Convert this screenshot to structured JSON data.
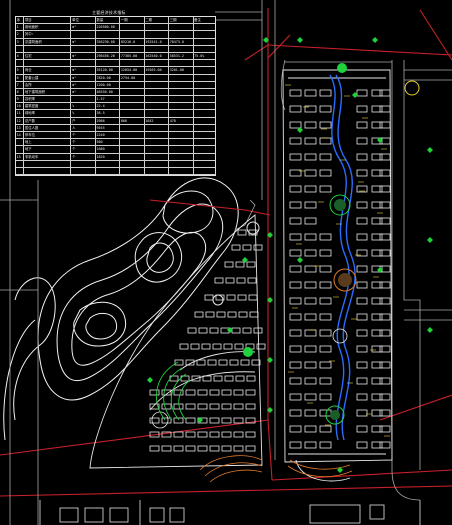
{
  "drawing": {
    "description_hidden": "",
    "colors": {
      "background": "#000000",
      "road_red": "#c8202a",
      "contour_white": "#f2f2f2",
      "building": "#e6e6e6",
      "green": "#1fd13a",
      "water_blue": "#2a6cff",
      "annotation_yellow": "#e8d23a",
      "plaza_orange": "#e07a2a",
      "line_gray": "#a8a8a8"
    }
  },
  "table": {
    "title": "主要经济技术指标",
    "header": [
      "序",
      "项目",
      "单位",
      "数量",
      "一期",
      "二期",
      "三期",
      "备注"
    ],
    "rows": [
      [
        "1",
        "用地面积",
        "m²",
        "226580.00",
        "",
        "",
        "",
        ""
      ],
      [
        "2",
        "其中:",
        "",
        "",
        "",
        "",
        "",
        ""
      ],
      [
        "3",
        "总建筑面积",
        "m²",
        "356230.00",
        "85216.0",
        "192541.0",
        "78473.0",
        ""
      ],
      [
        "",
        "",
        "",
        "",
        "",
        "",
        "",
        ""
      ],
      [
        "4",
        "住宅",
        "m²",
        "298456.20",
        "77385.00",
        "162540.0",
        "58531.2",
        "75.0%"
      ],
      [
        "",
        "",
        "",
        "",
        "",
        "",
        "",
        ""
      ],
      [
        "5",
        "商业",
        "m²",
        "35120.00",
        "12654.00",
        "19265.00",
        "3201.00",
        ""
      ],
      [
        "6",
        "配套公建",
        "m²",
        "7820.00",
        "2754.00",
        "",
        "",
        ""
      ],
      [
        "7",
        "会所",
        "m²",
        "1200.00",
        "",
        "",
        "",
        ""
      ],
      [
        "8",
        "地下建筑面积",
        "m²",
        "46550.00",
        "",
        "",
        "",
        ""
      ],
      [
        "9",
        "容积率",
        "",
        "1.57",
        "",
        "",
        "",
        ""
      ],
      [
        "10",
        "建筑密度",
        "%",
        "22.4",
        "",
        "",
        "",
        ""
      ],
      [
        "11",
        "绿地率",
        "%",
        "38.5",
        "",
        "",
        "",
        ""
      ],
      [
        "12",
        "总户数",
        "户",
        "2986",
        "866",
        "1642",
        "478",
        ""
      ],
      [
        "13",
        "居住人数",
        "人",
        "9555",
        "",
        "",
        "",
        ""
      ],
      [
        "14",
        "停车位",
        "个",
        "2240",
        "",
        "",
        "",
        ""
      ],
      [
        "",
        "地上",
        "个",
        "560",
        "",
        "",
        "",
        ""
      ],
      [
        "",
        "地下",
        "个",
        "1680",
        "",
        "",
        "",
        ""
      ],
      [
        "15",
        "非机动车",
        "个",
        "1820",
        "",
        "",
        "",
        ""
      ],
      [
        "",
        "",
        "",
        "",
        "",
        "",
        "",
        ""
      ],
      [
        "",
        "",
        "",
        "",
        "",
        "",
        "",
        ""
      ]
    ]
  }
}
